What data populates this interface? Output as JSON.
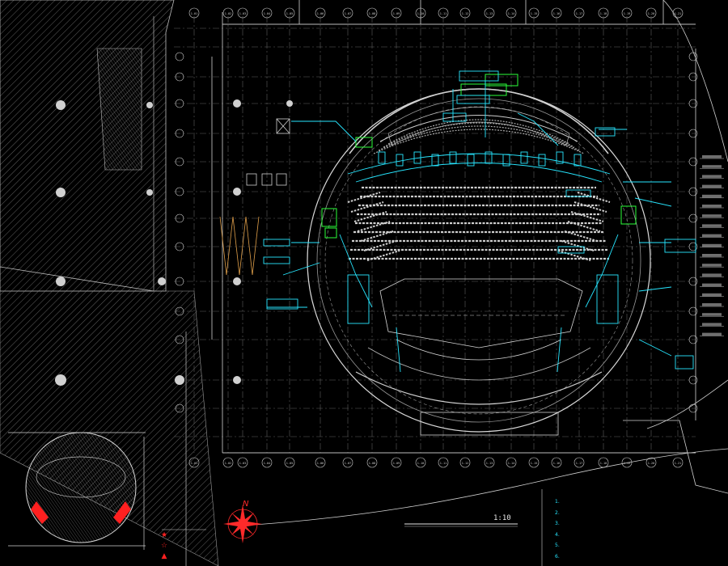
{
  "drawing": {
    "title": "",
    "scale": "1:10",
    "inset_title": "",
    "north_label": "N"
  },
  "legend": {
    "title": "",
    "items": [
      {
        "label": "",
        "symbol": "★"
      },
      {
        "label": "",
        "symbol": "☆"
      },
      {
        "label": "",
        "symbol": "▲"
      }
    ]
  },
  "notes": {
    "head": "",
    "items": [
      "1.",
      "2.",
      "3.",
      "4.",
      "5.",
      "6.",
      ""
    ]
  },
  "column_tags": [
    "1-01",
    "1-02",
    "1-03",
    "1-04",
    "1-05",
    "1-06",
    "1-07",
    "1-08",
    "1-09",
    "1-10",
    "1-11",
    "1-12",
    "1-13",
    "1-14",
    "1-15",
    "1-16",
    "1-17",
    "1-18",
    "1-19",
    "1-20",
    "1-21",
    "1-22",
    "1-23",
    "1-24"
  ],
  "colors": {
    "background": "#000000",
    "linework": "#d0d0d0",
    "cyan": "#27e6ff",
    "green": "#2bff3a",
    "red": "#ff2020",
    "grey": "#7a7a7a"
  },
  "icons": {
    "north_arrow": "north-arrow-icon",
    "compass": "compass-rose-icon"
  }
}
